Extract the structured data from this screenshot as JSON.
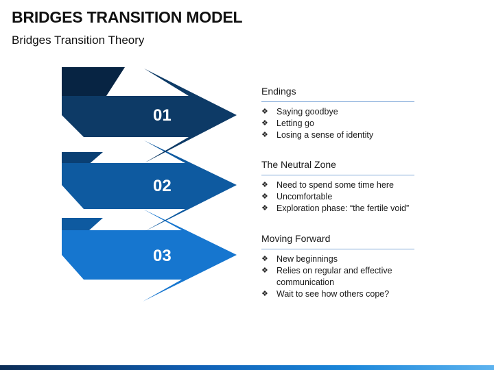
{
  "header": {
    "title": "BRIDGES TRANSITION MODEL",
    "subtitle": "Bridges Transition Theory"
  },
  "steps": [
    {
      "number": "01",
      "color": "#0d3a66",
      "shadow": "#072443"
    },
    {
      "number": "02",
      "color": "#0e5aa0",
      "shadow": "#0a3f73"
    },
    {
      "number": "03",
      "color": "#1676cf",
      "shadow": "#0e5aa0"
    }
  ],
  "sections": [
    {
      "heading": "Endings",
      "items": [
        "Saying goodbye",
        "Letting go",
        "Losing a sense of identity"
      ]
    },
    {
      "heading": "The Neutral Zone",
      "items": [
        "Need to spend some time here",
        "Uncomfortable",
        "Exploration phase: “the fertile void”"
      ]
    },
    {
      "heading": "Moving Forward",
      "items": [
        "New beginnings",
        "Relies on regular and effective communication",
        "Wait to see how others cope?"
      ]
    }
  ],
  "bullet_glyph": "❖"
}
